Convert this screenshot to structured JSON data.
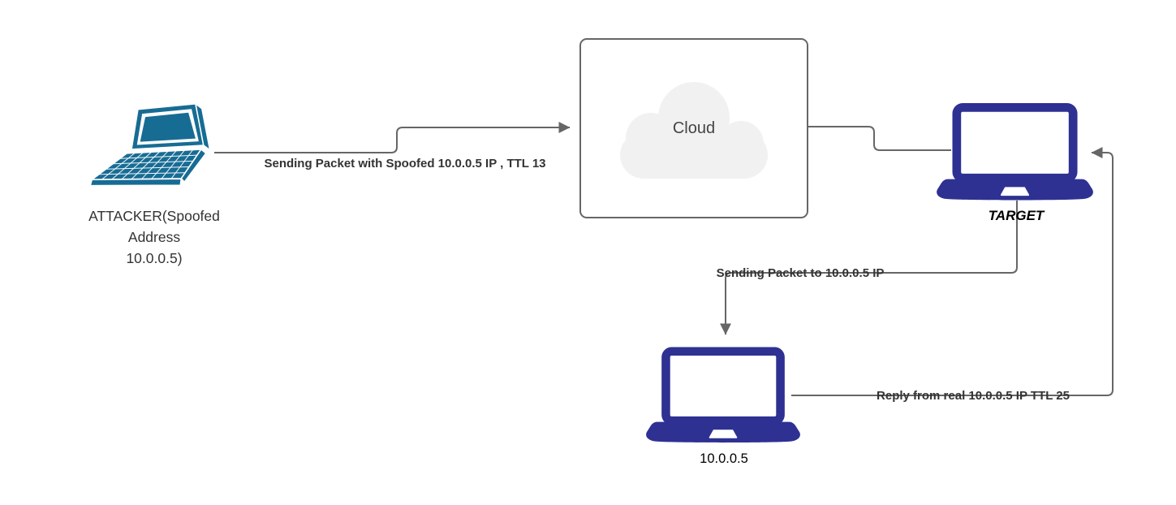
{
  "diagram": {
    "nodes": {
      "attacker": {
        "label": "ATTACKER(Spoofed\nAddress\n10.0.0.5)",
        "icon": "laptop-3d-icon"
      },
      "cloud": {
        "label": "Cloud",
        "icon": "cloud-icon"
      },
      "target": {
        "label": "TARGET",
        "icon": "laptop-icon"
      },
      "real_host": {
        "label": "10.0.0.5",
        "icon": "laptop-icon"
      }
    },
    "edges": {
      "attacker_to_cloud": {
        "label": "Sending Packet with Spoofed 10.0.0.5 IP , TTL 13"
      },
      "cloud_to_target": {
        "label": ""
      },
      "target_to_real_host": {
        "label": "Sending Packet to 10.0.0.5 IP"
      },
      "real_host_to_target": {
        "label": "Reply from real 10.0.0.5 IP TTL 25"
      }
    }
  },
  "colors": {
    "attacker_laptop": "#176C94",
    "laptop_navy": "#2E3192",
    "connector": "#666666",
    "box_border": "#666666",
    "cloud_fill": "#F1F1F1",
    "cloud_text": "#444444",
    "label_text": "#333333",
    "node_text": "#333333"
  }
}
